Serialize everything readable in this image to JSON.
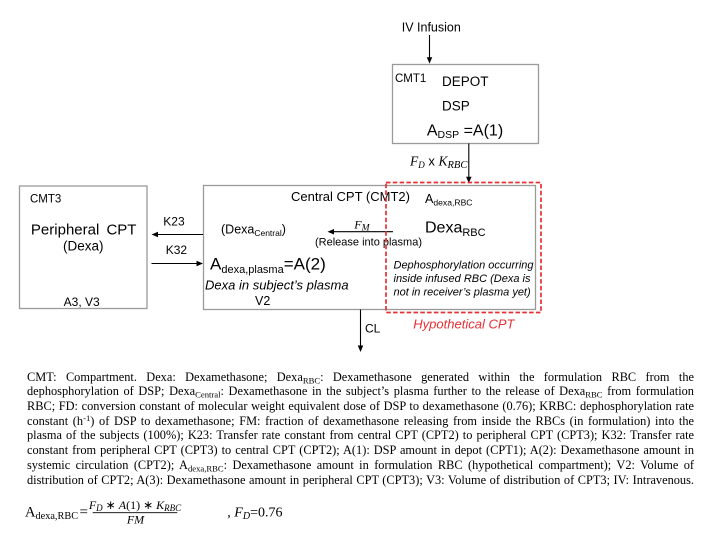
{
  "diagram": {
    "infusion": {
      "label": "IV Infusion"
    },
    "depot": {
      "id": "CMT1",
      "title": "DEPOT",
      "drug": "DSP",
      "amount": {
        "symbol": "A",
        "sub": "DSP",
        "equals": " =A(1)"
      }
    },
    "conversion": {
      "f": "F",
      "f_sub": "D",
      "operator": " x ",
      "k": "K",
      "k_sub": "RBC"
    },
    "central": {
      "title": "Central CPT (CMT2)",
      "species": {
        "open": "(Dexa",
        "sub": "Central",
        "close": ")"
      },
      "amount": {
        "symbol": "A",
        "sub": "dexa,plasma",
        "equals": "=A(2)"
      },
      "description": "Dexa in subject’s plasma",
      "volume": "V2"
    },
    "release": {
      "symbol": "F",
      "sub": "M",
      "label": "(Release into plasma)"
    },
    "rbc": {
      "amount": {
        "symbol": "A",
        "sub": "dexa,RBC"
      },
      "species": {
        "main": "Dexa",
        "sub": "RBC"
      },
      "note": [
        "Dephosphorylation occurring",
        "inside infused RBC (Dexa is",
        "not in receiver’s plasma yet)"
      ],
      "label": "Hypothetical CPT"
    },
    "peripheral": {
      "id": "CMT3",
      "title": "Peripheral CPT",
      "species": "(Dexa)",
      "params": "A3, V3"
    },
    "transfers": {
      "central_to_peripheral": "K23",
      "peripheral_to_central": "K32"
    },
    "elimination": {
      "label": "CL"
    }
  },
  "caption": {
    "lines": [
      [
        "CMT: Compartment. Dexa: Dexamethasone; Dexa",
        "RBC",
        ": Dexamethasone generated within the formulation RBC from the"
      ],
      [
        "dephosphorylation of DSP; Dexa",
        "Central",
        ": Dexamethasone in the subject’s plasma further to the release of Dexa",
        "RBC",
        " from formulation"
      ],
      [
        "RBC; FD: conversion constant of molecular weight equivalent dose of DSP to dexamethasone (0.76); KRBC: dephosphorylation rate"
      ],
      [
        "constant (h",
        "-1",
        ") of DSP to dexamethasone; FM: fraction of dexamethasone releasing from inside the RBCs (in formulation) into the"
      ],
      [
        "plasma of the subjects (100%); K23: Transfer rate constant from central CPT (CPT2) to peripheral CPT (CPT3); K32: Transfer rate"
      ],
      [
        "constant from peripheral CPT (CPT3) to central CPT (CPT2); A(1): DSP amount in depot (CPT1); A(2): Dexamethasone amount in"
      ],
      [
        "systemic circulation (CPT2); A",
        "dexa,RBC",
        ": Dexamethasone amount in formulation RBC (hypothetical compartment); V2: Volume of"
      ],
      [
        "distribution of CPT2; A(3): Dexamethasone amount in peripheral CPT (CPT3); V3: Volume of distribution of CPT3; IV: Intravenous."
      ]
    ]
  },
  "equation": {
    "lhs": {
      "symbol": "A",
      "sub": "dexa,RBC"
    },
    "equals": "=",
    "numerator": {
      "f": "F",
      "f_sub": "D",
      "op1": " ∗ ",
      "a": "A",
      "a_arg": "(1)",
      "op2": " ∗ ",
      "k": "K",
      "k_sub": "RBC"
    },
    "denominator": "FM",
    "constant": {
      "separator": ", ",
      "symbol": "F",
      "sub": "D",
      "value": "=0.76"
    }
  },
  "colors": {
    "box_border": "#9a9a9a",
    "ink": "#000000",
    "hypothetical": "#e63035"
  }
}
